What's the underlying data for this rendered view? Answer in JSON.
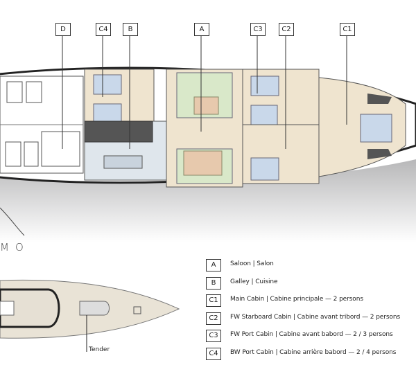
{
  "plan": {
    "labels": [
      {
        "code": "D"
      },
      {
        "code": "C4"
      },
      {
        "code": "B"
      },
      {
        "code": "A"
      },
      {
        "code": "C3"
      },
      {
        "code": "C2"
      },
      {
        "code": "C1"
      }
    ],
    "logo_text": "MO",
    "tender_label": "Tender"
  },
  "legend": [
    {
      "code": "A",
      "text": "Saloon | Salon"
    },
    {
      "code": "B",
      "text": "Galley | Cuisine"
    },
    {
      "code": "C1",
      "text": "Main Cabin | Cabine principale — 2 persons"
    },
    {
      "code": "C2",
      "text": "FW Starboard Cabin | Cabine avant tribord — 2 persons"
    },
    {
      "code": "C3",
      "text": "FW Port Cabin | Cabine avant babord — 2 / 3 persons"
    },
    {
      "code": "C4",
      "text": "BW Port Cabin | Cabine arrière babord — 2 / 4 persons"
    }
  ],
  "colors": {
    "deck_wood": "#e9e3d6",
    "saloon_green": "#d9e8c9",
    "cabin_blue": "#c9d8ea",
    "floor_tan": "#efe4cf",
    "hull_line": "#222222"
  }
}
